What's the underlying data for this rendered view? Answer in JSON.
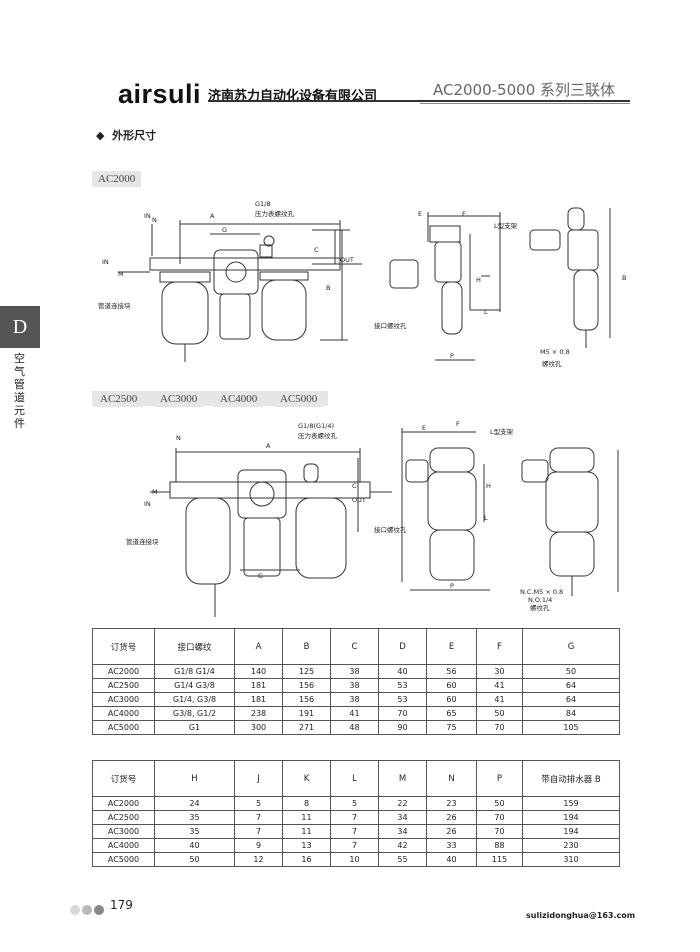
{
  "header": {
    "brand": "airsuli",
    "company": "济南苏力自动化设备有限公司",
    "series": "AC2000-5000 系列三联体"
  },
  "section_title": "外形尺寸",
  "side_tab": {
    "letter": "D",
    "text": "空气管道元件"
  },
  "model_tags": {
    "top": "AC2000",
    "bottom": [
      "AC2500",
      "AC3000",
      "AC4000",
      "AC5000"
    ]
  },
  "drawing_labels": {
    "top": {
      "IN": "IN",
      "N": "N",
      "A": "A",
      "G1_8": "G1/8",
      "gauge": "压力表螺纹孔",
      "G": "G",
      "C": "C",
      "OUT": "OUT",
      "M": "M",
      "B": "B",
      "pipe": "管道连接块",
      "E": "E",
      "F": "F",
      "bracket": "L型支架",
      "H": "H",
      "L": "L",
      "port": "接口螺纹孔",
      "P": "P",
      "B2": "B",
      "M5": "M5 × 0.8",
      "thread": "螺纹孔"
    },
    "bottom": {
      "N": "N",
      "A": "A",
      "G18": "G1/8(G1/4)",
      "gauge": "压力表螺纹孔",
      "M": "M",
      "IN": "IN",
      "C": "C",
      "OUT": "OUT",
      "pipe": "管道连接块",
      "G": "G",
      "E": "E",
      "F": "F",
      "bracket": "L型支架",
      "H": "H",
      "L": "L",
      "port": "接口螺纹孔",
      "P": "P",
      "NC": "N.C.M5 × 0.8",
      "NO": "N.O.1/4",
      "thread": "螺纹孔"
    }
  },
  "table1": {
    "headers": [
      "订货号",
      "接口螺纹",
      "A",
      "B",
      "C",
      "D",
      "E",
      "F",
      "G"
    ],
    "rows": [
      [
        "AC2000",
        "G1/8 G1/4",
        "140",
        "125",
        "38",
        "40",
        "56",
        "30",
        "50"
      ],
      [
        "AC2500",
        "G1/4 G3/8",
        "181",
        "156",
        "38",
        "53",
        "60",
        "41",
        "64"
      ],
      [
        "AC3000",
        "G1/4, G3/8",
        "181",
        "156",
        "38",
        "53",
        "60",
        "41",
        "64"
      ],
      [
        "AC4000",
        "G3/8, G1/2",
        "238",
        "191",
        "41",
        "70",
        "65",
        "50",
        "84"
      ],
      [
        "AC5000",
        "G1",
        "300",
        "271",
        "48",
        "90",
        "75",
        "70",
        "105"
      ]
    ]
  },
  "table2": {
    "headers": [
      "订货号",
      "H",
      "J",
      "K",
      "L",
      "M",
      "N",
      "P",
      "带自动排水器 B"
    ],
    "rows": [
      [
        "AC2000",
        "24",
        "5",
        "8",
        "5",
        "22",
        "23",
        "50",
        "159"
      ],
      [
        "AC2500",
        "35",
        "7",
        "11",
        "7",
        "34",
        "26",
        "70",
        "194"
      ],
      [
        "AC3000",
        "35",
        "7",
        "11",
        "7",
        "34",
        "26",
        "70",
        "194"
      ],
      [
        "AC4000",
        "40",
        "9",
        "13",
        "7",
        "42",
        "33",
        "88",
        "230"
      ],
      [
        "AC5000",
        "50",
        "12",
        "16",
        "10",
        "55",
        "40",
        "115",
        "310"
      ]
    ]
  },
  "footer": {
    "page": "179",
    "email": "sulizidonghua@163.com",
    "dot_colors": [
      "#d8d8d8",
      "#b8b8b8",
      "#888888"
    ]
  }
}
